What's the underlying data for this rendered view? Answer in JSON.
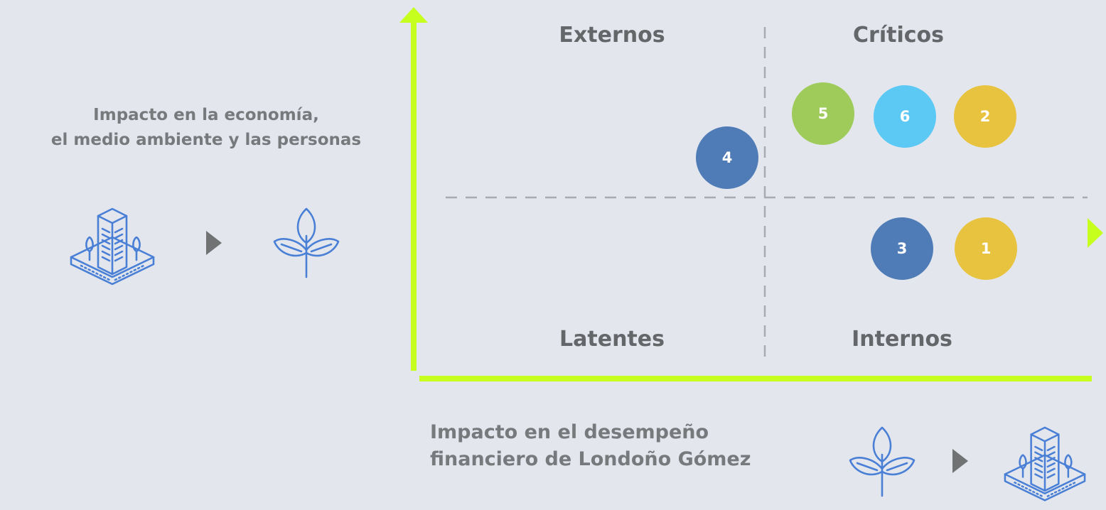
{
  "left_title": {
    "line1": "Impacto en la economía,",
    "line2": "el medio ambiente y las personas"
  },
  "bottom_title": {
    "line1": "Impacto en el desempeño",
    "line2": "financiero de Londoño Gómez"
  },
  "quadrants": {
    "top_left": "Externos",
    "top_right": "Críticos",
    "bottom_left": "Latentes",
    "bottom_right": "Internos"
  },
  "bubbles": [
    {
      "label": "5",
      "color": "#9fcb5b"
    },
    {
      "label": "6",
      "color": "#5cc8f4"
    },
    {
      "label": "2",
      "color": "#e8c33f"
    },
    {
      "label": "4",
      "color": "#4f7bb7"
    },
    {
      "label": "3",
      "color": "#4f7bb7"
    },
    {
      "label": "1",
      "color": "#e8c33f"
    }
  ],
  "colors": {
    "axis": "#c6ff1e",
    "icon": "#4a7fd6",
    "arrow": "#707273",
    "background": "#e3e7ed"
  },
  "icons": [
    "building-icon",
    "arrow-right-icon",
    "plant-icon"
  ]
}
